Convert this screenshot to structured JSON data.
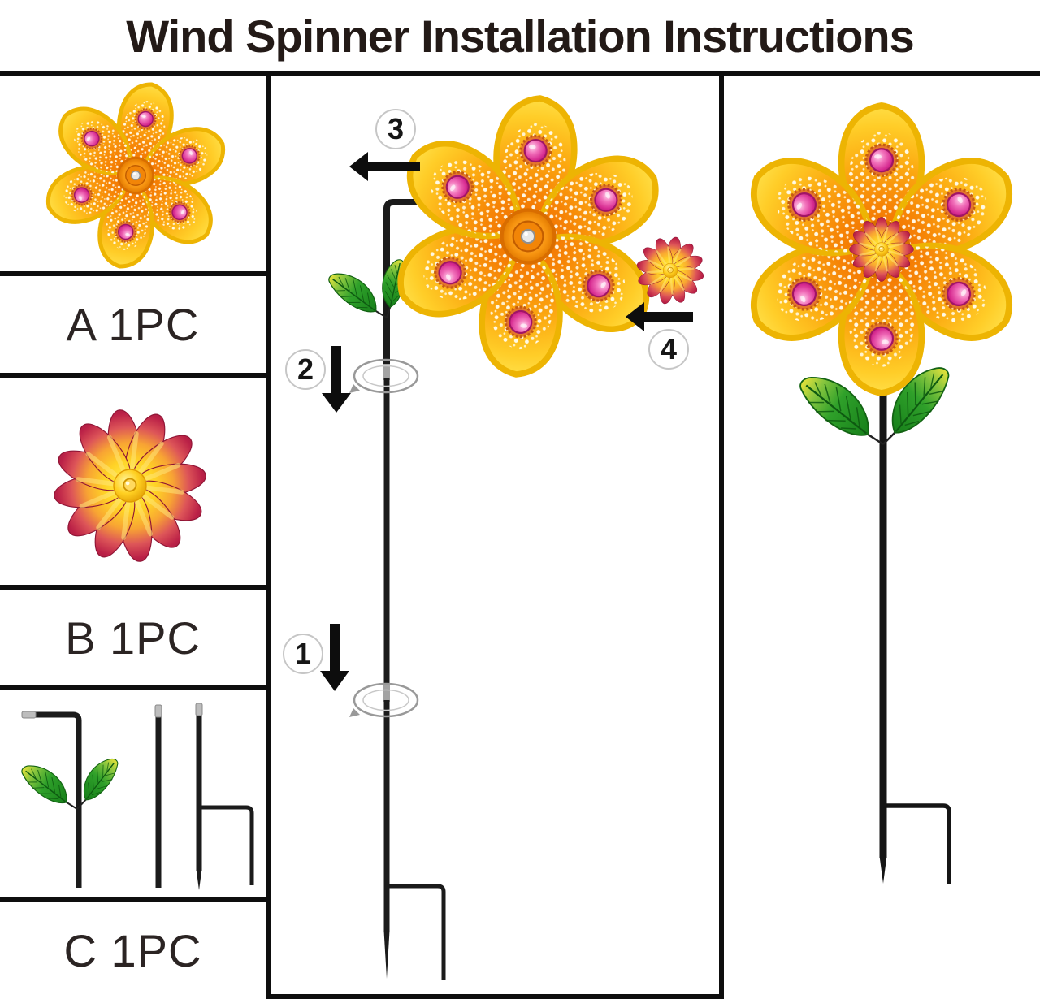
{
  "title": "Wind Spinner Installation Instructions",
  "parts": [
    {
      "id": "A",
      "label": "A 1PC",
      "icon": "flower-spinner-icon"
    },
    {
      "id": "B",
      "label": "B 1PC",
      "icon": "flower-cap-icon"
    },
    {
      "id": "C",
      "label": "C 1PC",
      "icon": "stake-sections-icon"
    }
  ],
  "steps": [
    {
      "number": "1"
    },
    {
      "number": "2"
    },
    {
      "number": "3"
    },
    {
      "number": "4"
    }
  ],
  "colors": {
    "petal_orange": "#ef6a00",
    "petal_yellow": "#ffd92e",
    "petal_rim_gold": "#edb403",
    "gem_pink": "#d62a90",
    "cap_red": "#b81f46",
    "cap_yellow": "#ffd226",
    "leaf_green": "#2fa02a",
    "stake_black": "#1b1b1b",
    "divider_black": "#0e0e0e"
  }
}
